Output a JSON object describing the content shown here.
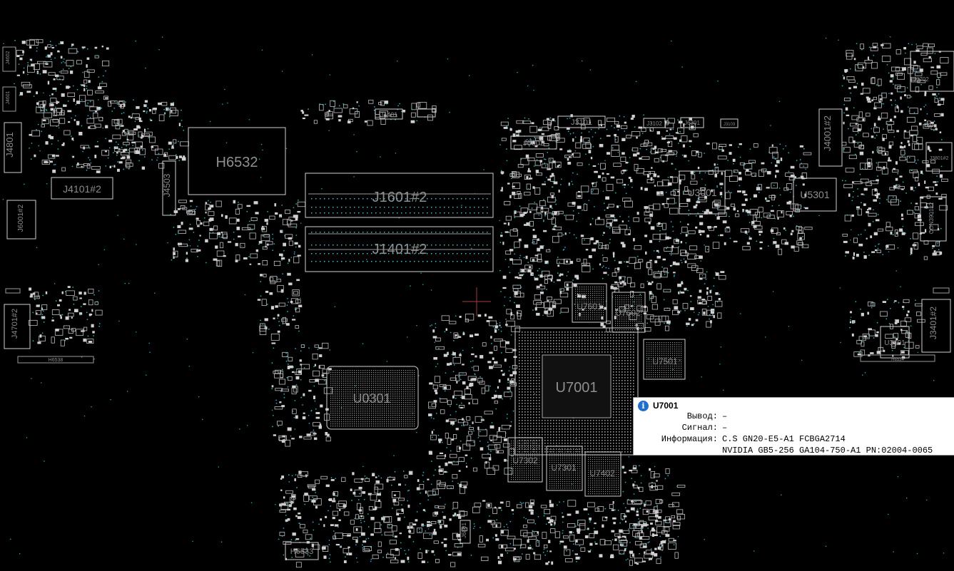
{
  "board": {
    "labels": {
      "h6532": "H6532",
      "j1601": "J1601#2",
      "j1401": "J1401#2",
      "u7001": "U7001",
      "u0301": "U0301",
      "u3001": "U3001",
      "u5301": "U5301",
      "j4101": "J4101#2",
      "j4801": "J4801",
      "j4503": "J4503",
      "j6001": "J6001#2",
      "j4701": "J4701#2",
      "j3101": "J3101",
      "j6002": "J6002",
      "j4401": "J4401",
      "j4001": "J4001#2",
      "j3401": "J3401#2",
      "u3401": "U3401",
      "u7501": "U7501",
      "u7601": "U7601",
      "u7602": "U7602",
      "u7302": "U7302",
      "u7301": "U7301",
      "u7402": "U7402",
      "h6533": "H6533",
      "h6538": "H6538",
      "j3102": "J3102",
      "j6301": "J6301",
      "j3103": "J3103",
      "j3702": "J3702",
      "j3801": "J3801#2",
      "con3901": "CON3901#2",
      "j6801": "J6801",
      "h6534": "H6534",
      "j3802": "J3802",
      "j4602": "J4602",
      "j4601": "J4601"
    }
  },
  "tooltip": {
    "component": "U7001",
    "pin_label": "Вывод:",
    "pin_value": "–",
    "signal_label": "Сигнал:",
    "signal_value": "–",
    "info_label": "Информация:",
    "info_line1": "C.S GN20-E5-A1 FCBGA2714",
    "info_line2": "NVIDIA GB5-256 GA104-750-A1 PN:02004-0065",
    "icon": "info-icon",
    "icon_color": "#1f6fcf"
  }
}
